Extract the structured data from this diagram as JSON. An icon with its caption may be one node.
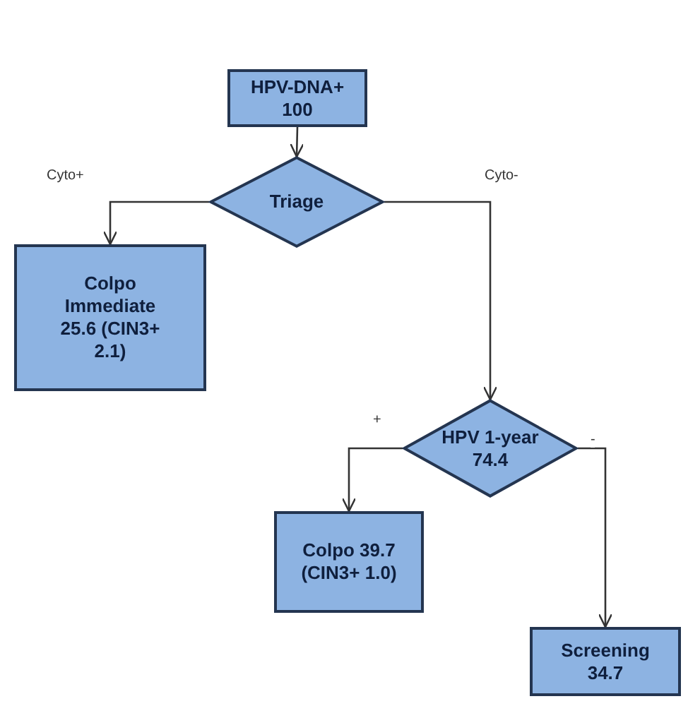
{
  "diagram": {
    "nodes": [
      {
        "text": [
          "HPV-DNA+ 100"
        ]
      },
      {
        "text": [
          "Triage"
        ]
      },
      {
        "text": [
          "Colpo Immediate 25.6 (CIN3+ 2.1)"
        ]
      },
      {
        "text": [
          "HPV 1-year 74.4"
        ]
      },
      {
        "text": [
          "Colpo 39.7 (CIN3+ 1.0)"
        ]
      },
      {
        "text": [
          "Screening 34.7"
        ]
      }
    ],
    "edges": [
      {
        "from": 0,
        "to": 1,
        "arrow": "to"
      },
      {
        "from": 1,
        "to": 2,
        "arrow": "to",
        "label": "Cyto+"
      },
      {
        "from": 1,
        "to": 3,
        "arrow": "to",
        "label": "Cyto-"
      },
      {
        "from": 3,
        "to": 4,
        "arrow": "to",
        "label": "+"
      },
      {
        "from": 3,
        "to": 5,
        "arrow": "to",
        "label": "-"
      }
    ]
  }
}
